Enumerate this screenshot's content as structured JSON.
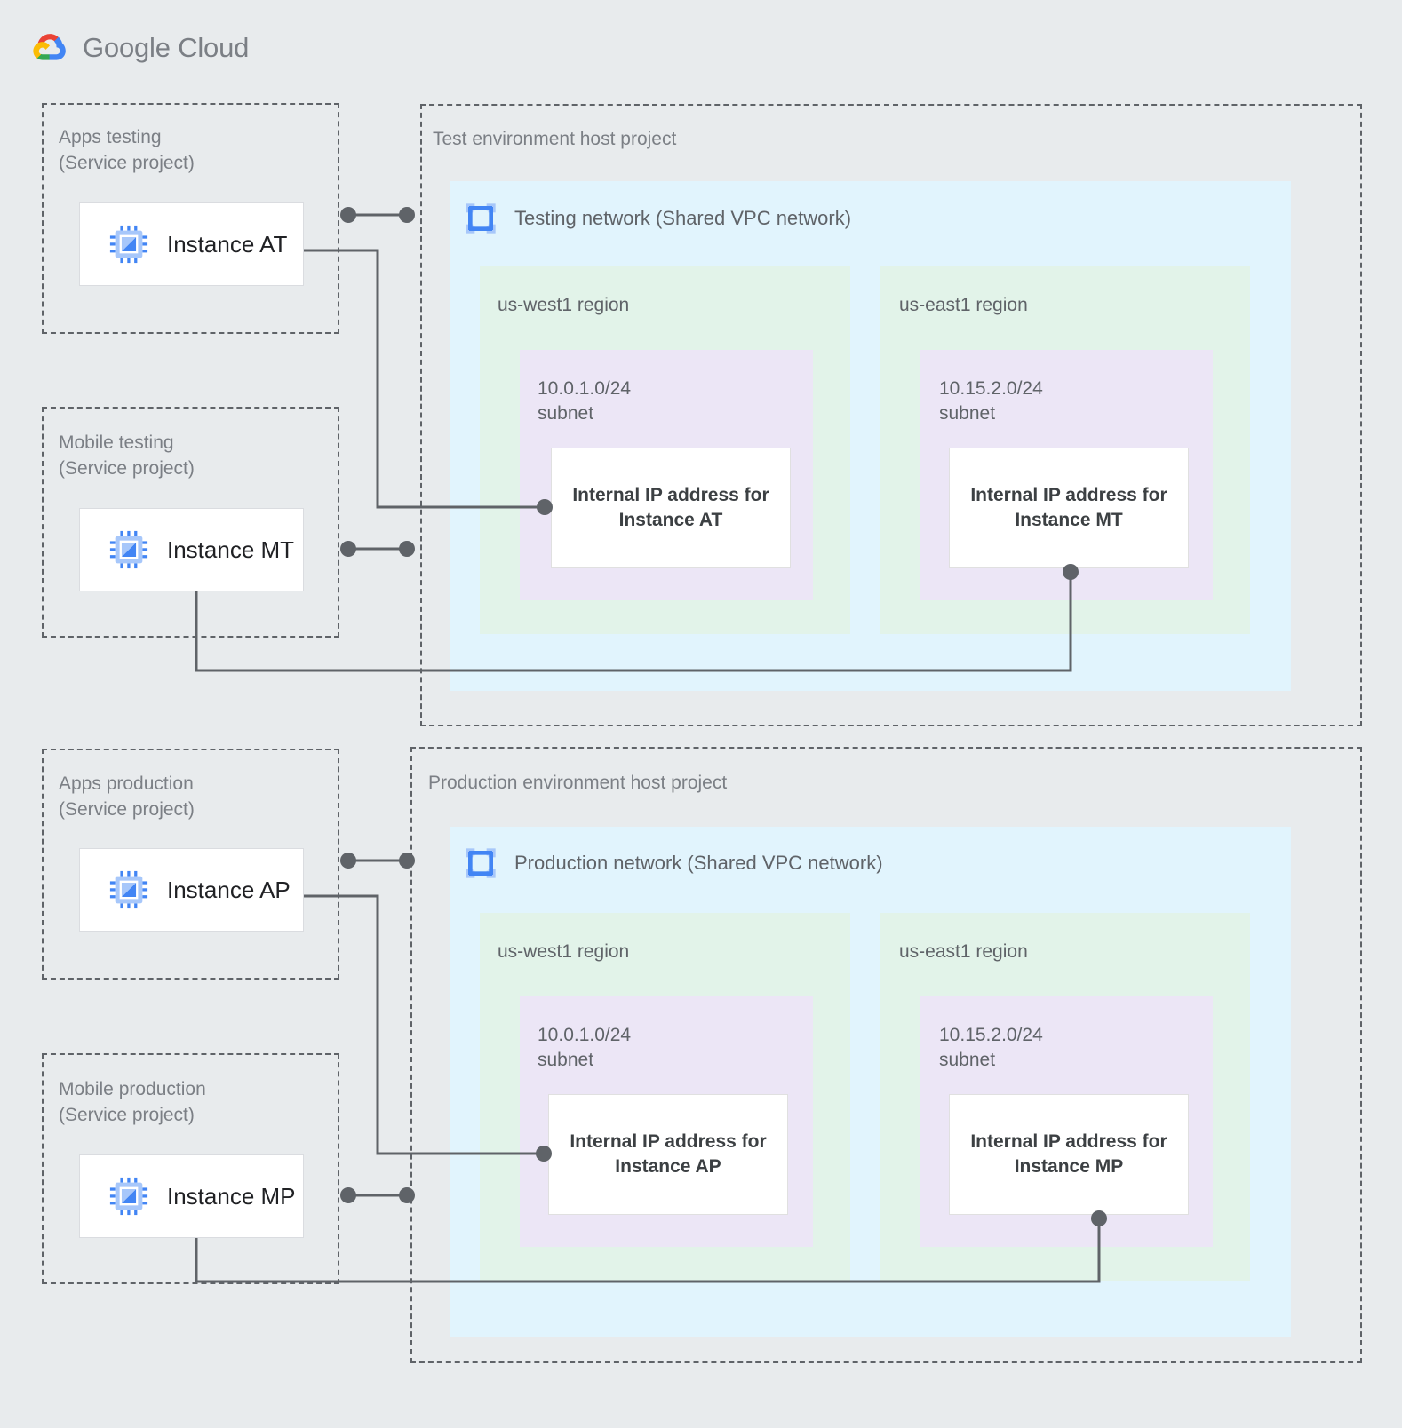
{
  "brand": {
    "name_bold": "Google",
    "name_light": "Cloud",
    "logo_icon": "google-cloud-logo",
    "colors": {
      "red": "#EA4335",
      "yellow": "#FBBC05",
      "green": "#34A853",
      "blue": "#4285F4"
    }
  },
  "palette": {
    "page_bg": "#e8ebed",
    "vpc_bg": "#e1f4fd",
    "region_bg": "#e2f3e9",
    "subnet_bg": "#ece6f6",
    "card_bg": "#ffffff",
    "line": "#5f6368",
    "label_text": "#7b7f85",
    "heading_text": "#5f6368",
    "instance_icon_blue": "#4285F4",
    "instance_icon_light": "#a7c7fa"
  },
  "environments": [
    {
      "id": "test",
      "host_project_label": "Test environment host project",
      "network": {
        "label": "Testing network (Shared VPC network)",
        "icon": "vpc-network-icon"
      },
      "service_projects": [
        {
          "id": "apps-testing",
          "label": "Apps testing\n(Service project)",
          "instance": {
            "name": "Instance AT",
            "icon": "compute-instance-icon"
          }
        },
        {
          "id": "mobile-testing",
          "label": "Mobile testing\n(Service project)",
          "instance": {
            "name": "Instance MT",
            "icon": "compute-instance-icon"
          }
        }
      ],
      "regions": [
        {
          "id": "us-west1",
          "label": "us-west1 region",
          "subnet": {
            "label": "10.0.1.0/24\nsubnet",
            "cidr": "10.0.1.0/24",
            "ip_card": "Internal IP address for\nInstance AT"
          }
        },
        {
          "id": "us-east1",
          "label": "us-east1 region",
          "subnet": {
            "label": "10.15.2.0/24\nsubnet",
            "cidr": "10.15.2.0/24",
            "ip_card": "Internal IP address for\nInstance MT"
          }
        }
      ]
    },
    {
      "id": "production",
      "host_project_label": "Production environment host project",
      "network": {
        "label": "Production network (Shared VPC network)",
        "icon": "vpc-network-icon"
      },
      "service_projects": [
        {
          "id": "apps-production",
          "label": "Apps production\n(Service project)",
          "instance": {
            "name": "Instance AP",
            "icon": "compute-instance-icon"
          }
        },
        {
          "id": "mobile-production",
          "label": "Mobile production\n(Service project)",
          "instance": {
            "name": "Instance MP",
            "icon": "compute-instance-icon"
          }
        }
      ],
      "regions": [
        {
          "id": "us-west1",
          "label": "us-west1 region",
          "subnet": {
            "label": "10.0.1.0/24\nsubnet",
            "cidr": "10.0.1.0/24",
            "ip_card": "Internal IP address for\nInstance AP"
          }
        },
        {
          "id": "us-east1",
          "label": "us-east1 region",
          "subnet": {
            "label": "10.15.2.0/24\nsubnet",
            "cidr": "10.15.2.0/24",
            "ip_card": "Internal IP address for\nInstance MP"
          }
        }
      ]
    }
  ]
}
